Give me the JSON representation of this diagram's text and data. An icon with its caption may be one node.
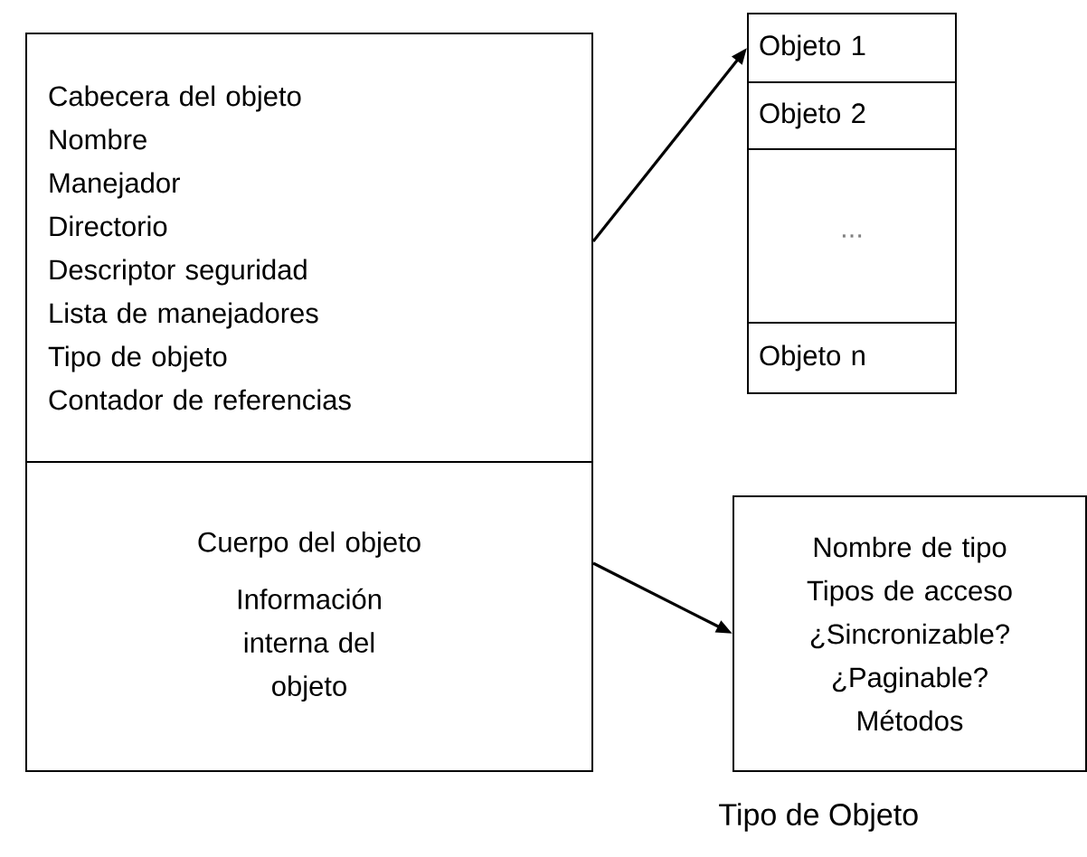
{
  "diagram": {
    "nodes": [
      {
        "text": [
          "Cabecera del objeto",
          "Nombre",
          "Manejador",
          "Directorio",
          "Descriptor seguridad",
          "Lista de manejadores",
          "Tipo de objeto",
          "Contador de referencias"
        ]
      },
      {
        "text": [
          "Cuerpo del objeto",
          "Información interna del objeto"
        ]
      },
      {
        "text": [
          "Objeto 1"
        ]
      },
      {
        "text": [
          "Objeto 2"
        ]
      },
      {
        "text": [
          "..."
        ]
      },
      {
        "text": [
          "Objeto n"
        ]
      },
      {
        "text": [
          "Nombre de tipo",
          "Tipos de acceso",
          "¿Sincronizable?",
          "¿Paginable?",
          "Métodos"
        ],
        "beside": [
          "Tipo de Objeto"
        ]
      }
    ],
    "edges": [
      {
        "from": 0,
        "to": 2,
        "arrow": "to"
      },
      {
        "from": 1,
        "to": 6,
        "arrow": "to"
      }
    ]
  }
}
